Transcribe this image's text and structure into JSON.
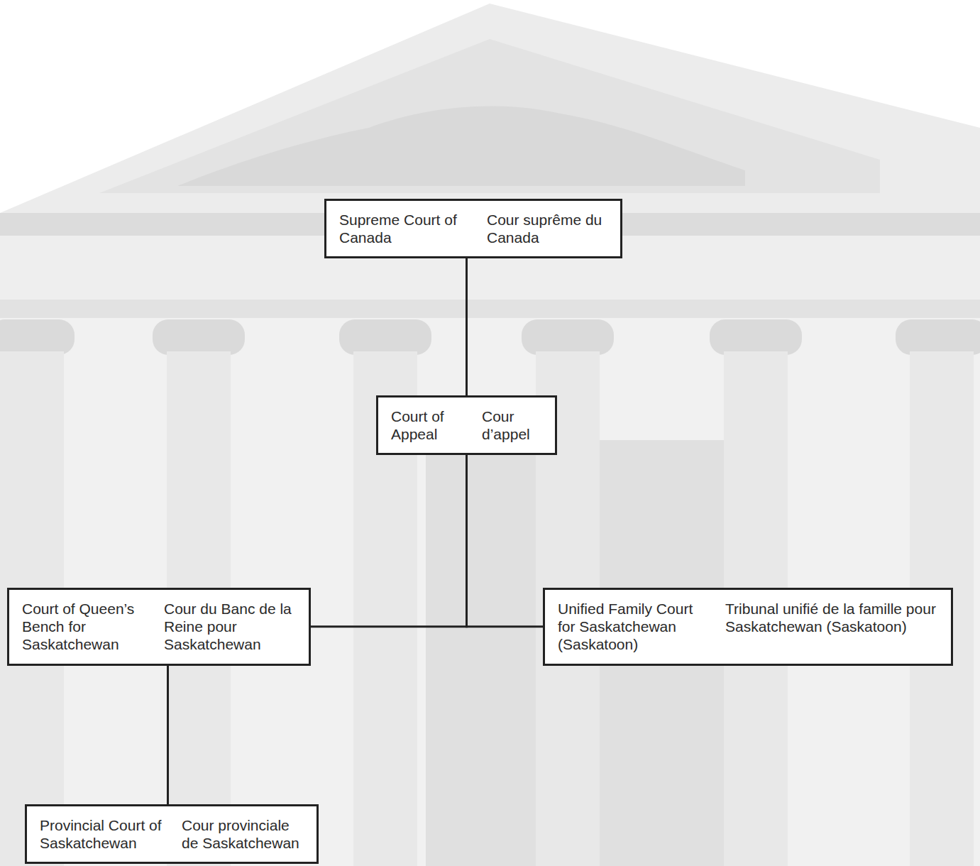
{
  "diagram": {
    "nodes": [
      {
        "text": [
          "Supreme Court of Canada",
          "Cour suprême du Canada"
        ]
      },
      {
        "text": [
          "Court of Appeal",
          "Cour d’appel"
        ]
      },
      {
        "text": [
          "Court of Queen’s Bench for Saskatchewan",
          "Cour du Banc de la Reine pour Saskatchewan"
        ]
      },
      {
        "text": [
          "Unified Family Court for Saskatchewan (Saskatoon)",
          "Tribunal unifié de la famille pour Saskatchewan (Saskatoon)"
        ]
      },
      {
        "text": [
          "Provincial Court of Saskatchewan",
          "Cour provinciale de Saskatchewan"
        ]
      }
    ],
    "edges": [
      {
        "from": 0,
        "to": 1,
        "arrow": "none"
      },
      {
        "from": 1,
        "to": 2,
        "arrow": "none"
      },
      {
        "from": 1,
        "to": 3,
        "arrow": "none"
      },
      {
        "from": 2,
        "to": 4,
        "arrow": "none"
      }
    ]
  }
}
